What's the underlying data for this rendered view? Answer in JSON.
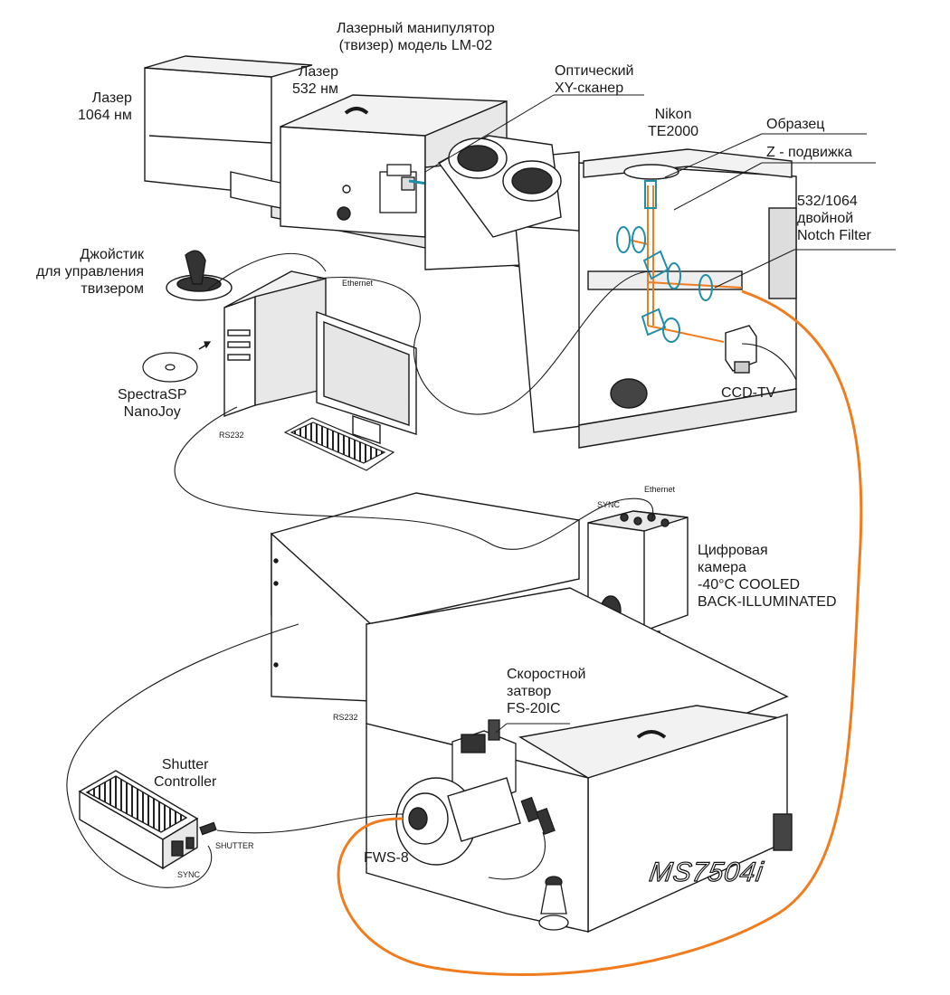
{
  "labels": {
    "manipulator_l1": "Лазерный манипулятор",
    "manipulator_l2": "(твизер) модель LM-02",
    "laser532_l1": "Лазер",
    "laser532_l2": "532 нм",
    "laser1064_l1": "Лазер",
    "laser1064_l2": "1064 нм",
    "scanner_l1": "Оптический",
    "scanner_l2": "XY-сканер",
    "nikon_l1": "Nikon",
    "nikon_l2": "TE2000",
    "sample": "Образец",
    "zstage": "Z - подвижка",
    "notch_l1": "532/1064",
    "notch_l2": "двойной",
    "notch_l3": "Notch Filter",
    "joystick_l1": "Джойстик",
    "joystick_l2": "для  управления",
    "joystick_l3": "твизером",
    "ethernet_top": "Ethernet",
    "software_l1": "SpectraSP",
    "software_l2": "NanoJoy",
    "rs232_top": "RS232",
    "ccd_tv": "CCD-TV",
    "sync_cam": "SYNC",
    "ethernet_cam": "Ethernet",
    "camera_l1": "Цифровая",
    "camera_l2": "камера",
    "camera_l3": "-40°C COOLED",
    "camera_l4": "BACK-ILLUMINATED",
    "shutter_l1": "Скоростной",
    "shutter_l2": "затвор",
    "shutter_l3": "FS-20IC",
    "rs232_bottom": "RS232",
    "controller_l1": "Shutter",
    "controller_l2": "Controller",
    "shutter_port": "SHUTTER",
    "sync_port": "SYNC",
    "fws": "FWS-8",
    "spectrograph_brand": "MS7504i"
  },
  "colors": {
    "fiber": "#f07c1e",
    "optics": "#1f8fa8",
    "line": "#1a1a1a",
    "fill": "#ffffff",
    "shade": "#d9d9d9"
  }
}
